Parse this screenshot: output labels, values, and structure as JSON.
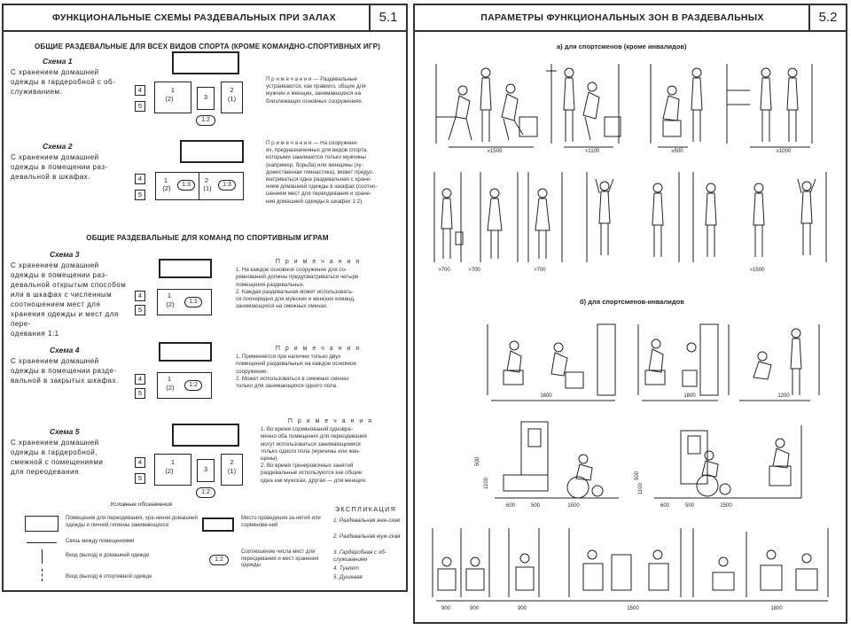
{
  "left": {
    "title": "ФУНКЦИОНАЛЬНЫЕ СХЕМЫ РАЗДЕВАЛЬНЫХ ПРИ ЗАЛАХ",
    "number": "5.1",
    "section1": "ОБЩИЕ РАЗДЕВАЛЬНЫЕ ДЛЯ ВСЕХ ВИДОВ СПОРТА (КРОМЕ КОМАНДНО-СПОРТИВНЫХ ИГР)",
    "section2": "ОБЩИЕ РАЗДЕВАЛЬНЫЕ ДЛЯ КОМАНД ПО СПОРТИВНЫМ ИГРАМ",
    "schemes": [
      {
        "title": "Схема 1",
        "text": [
          "С хранением домашней",
          "одежды в гардеробной с об-",
          "служиванием."
        ],
        "note": [
          "П р и м е ч а н и е — Раздевальные",
          "устраиваются, как правило, общие для",
          "мужчин и женщин, занимающихся на",
          "близлежащих основных сооружениях."
        ]
      },
      {
        "title": "Схема 2",
        "text": [
          "С хранением домашней",
          "одежды в помещении раз-",
          "девальной в шкафах."
        ],
        "note": [
          "П р и м е ч а н и е — На сооружени-",
          "ях, предназначенных для видов спорта,",
          "которыми занимаются только мужчины",
          "(например, борьба) или женщины (ху-",
          "дожественная гимнастика), может предус-",
          "матриваться одна раздевальная с хране-",
          "нием домашней одежды в шкафах (соотно-",
          "шением мест для переодевания и хране-",
          "ния домашней одежды в шкафах 1:2)."
        ]
      },
      {
        "title": "Схема 3",
        "text": [
          "С хранением домашней",
          "одежды в помещении раз-",
          "девальной открытым способом",
          "или в шкафах с численным",
          "соотношением мест для",
          "хранения одежды и мест для пере-",
          "одевания 1:1"
        ],
        "note_title": "П р и м е ч а н и я",
        "note": [
          "1. На каждое основное сооружение для со-",
          "ревнований должны предусматриваться четыре",
          "помещения раздевальных.",
          "2. Каждая раздевальная может использовать-",
          "ся поочередно для мужских и женских команд,",
          "занимающихся на смежных сменах."
        ]
      },
      {
        "title": "Схема 4",
        "text": [
          "С хранением домашней",
          "одежды в помещении разде-",
          "вальной в закрытых шкафах."
        ],
        "note_title": "П р и м е ч а н и я",
        "note": [
          "1. Применяется при наличии только двух",
          "помещений раздевальных на каждое основное",
          "сооружение.",
          "2. Может использоваться в смежных сменах",
          "только для занимающихся одного пола."
        ]
      },
      {
        "title": "Схема 5",
        "text": [
          "С хранением домашней",
          "одежды в гардеробной,",
          "смежной с помещениями",
          "для переодевания."
        ],
        "note_title": "П р и м е ч а н и я",
        "note": [
          "1. Во время соревнований одновре-",
          "менно оба помещения для переодевания",
          "могут использоваться занимающимися",
          "только одного пола (мужчины или жен-",
          "щины).",
          "2. Во время тренировочных занятий",
          "раздевальные используются как общие:",
          "одна как мужская, другая — для женщин."
        ]
      }
    ],
    "diagram_labels": {
      "n1": "1",
      "n2": "2",
      "n1p": "(1)",
      "n2p": "(2)",
      "n3": "3",
      "n4": "4",
      "n5": "5",
      "r12": "1:2",
      "r13": "1:3",
      "r11": "1:1"
    },
    "legend": {
      "title": "Условные обозначения",
      "items": [
        "Помещения для переодевания, хра-нения домашней одежды и личной гигиены занимающихся",
        "Связь между помещениями",
        "Вход (выход) в домашней одежде",
        "Вход (выход) в спортивной одежде",
        "Место проведения за-нятий или соревнова-ний",
        "Соотношение числа мест для переодевания и мест хранения одежды"
      ],
      "ratio": "1:2"
    },
    "explication": {
      "title": "ЭКСПЛИКАЦИЯ",
      "items": [
        "1. Раздевальная жен-ская",
        "2. Раздевальная муж-ская",
        "3. Гардеробная с об-служиванием",
        "4. Туалет",
        "5. Душевая"
      ]
    }
  },
  "right": {
    "title": "ПАРАМЕТРЫ ФУНКЦИОНАЛЬНЫХ ЗОН В РАЗДЕВАЛЬНЫХ",
    "number": "5.2",
    "subsection_a": "а) для спортсменов (кроме инвалидов)",
    "subsection_b": "б) для спортсменов-инвалидов",
    "dims_row1": [
      "≥1500",
      ">1100",
      "≥500",
      "≥1000"
    ],
    "dims_row2": [
      ">700",
      ">700",
      ">700",
      ">1500"
    ],
    "dims_row3": [
      "1600",
      "1800",
      "1200"
    ],
    "dims_row4": [
      "600",
      "500",
      "1500",
      "600",
      "500",
      "1500"
    ],
    "dims_row4_v": [
      "500",
      "1100",
      "500",
      "1100"
    ],
    "dims_row5": [
      "900",
      "900",
      "900",
      "1500",
      "1800"
    ]
  }
}
